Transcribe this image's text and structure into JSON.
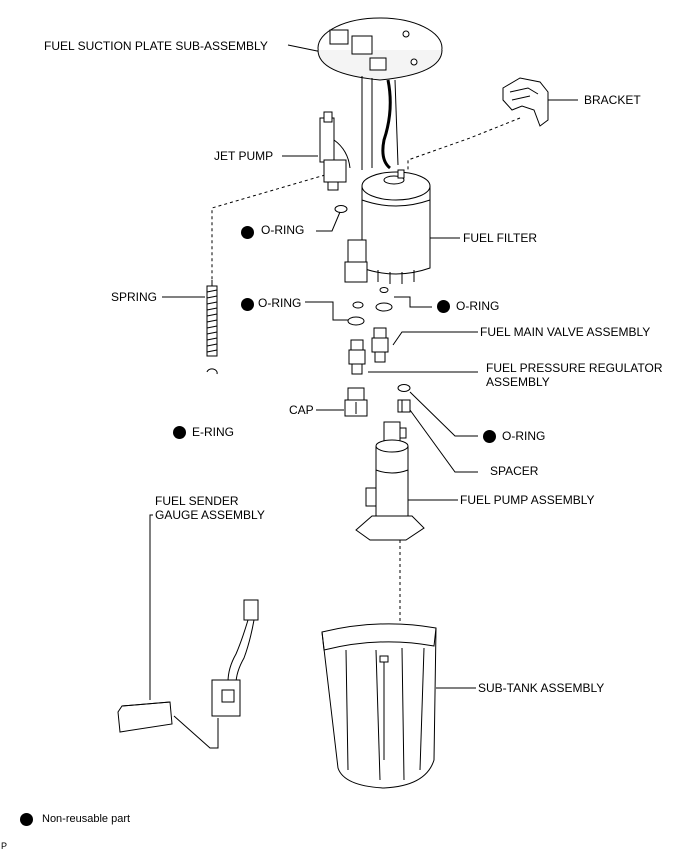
{
  "labels": {
    "fuel_suction_plate": "FUEL SUCTION PLATE SUB-ASSEMBLY",
    "bracket": "BRACKET",
    "jet_pump": "JET PUMP",
    "oring_1": "O-RING",
    "fuel_filter": "FUEL FILTER",
    "spring": "SPRING",
    "oring_2": "O-RING",
    "oring_3": "O-RING",
    "fuel_main_valve": "FUEL MAIN VALVE ASSEMBLY",
    "fuel_pressure_regulator_1": "FUEL PRESSURE REGULATOR",
    "fuel_pressure_regulator_2": "ASSEMBLY",
    "cap": "CAP",
    "e_ring": "E-RING",
    "oring_4": "O-RING",
    "spacer": "SPACER",
    "fuel_sender_1": "FUEL SENDER",
    "fuel_sender_2": "GAUGE ASSEMBLY",
    "fuel_pump": "FUEL PUMP ASSEMBLY",
    "sub_tank": "SUB-TANK ASSEMBLY"
  },
  "legend": {
    "text": "Non-reusable part"
  },
  "corner_mark": "P"
}
